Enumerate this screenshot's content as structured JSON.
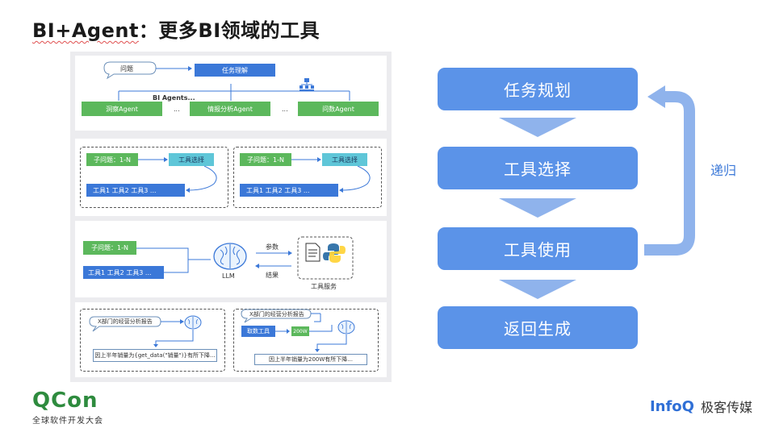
{
  "title_main": "BI+Agent",
  "title_rest": "：更多BI领域的工具",
  "sec1": {
    "question": "问题",
    "task_understand": "任务理解",
    "bi_agents": "BI Agents...",
    "agent1": "洞察Agent",
    "agent2": "情报分析Agent",
    "agent3": "问数Agent",
    "ellipsis": "..."
  },
  "sec2": {
    "sub_question": "子问题：1-N",
    "tool_select": "工具选择",
    "tools": "工具1  工具2  工具3 ..."
  },
  "sec3": {
    "sub_question": "子问题：1-N",
    "tools": "工具1  工具2  工具3 ...",
    "params": "参数",
    "result": "结果",
    "llm": "LLM",
    "tool_service": "工具服务"
  },
  "sec4": {
    "report_left": "X部门的经营分析报告",
    "output_left": "因上半年销量为{get_data(\"销量\")}有所下降...",
    "report_right": "X部门的经营分析报告",
    "fetch_tool": "取数工具",
    "value": "200W",
    "output_right": "因上半年销量为200W有所下降..."
  },
  "steps": [
    "任务规划",
    "工具选择",
    "工具使用",
    "返回生成"
  ],
  "recursion_label": "递归",
  "footer": {
    "qcon": "QCon",
    "qcon_sub": "全球软件开发大会",
    "infoq": "InfoQ",
    "infoq_cn": "极客传媒"
  },
  "colors": {
    "step_blue": "#5b93e8",
    "arrow_light": "#8fb3ec",
    "box_blue": "#3b78d8",
    "box_green": "#5cb85c",
    "box_teal": "#5fc6d8",
    "qcon_green": "#2e8b3e"
  }
}
